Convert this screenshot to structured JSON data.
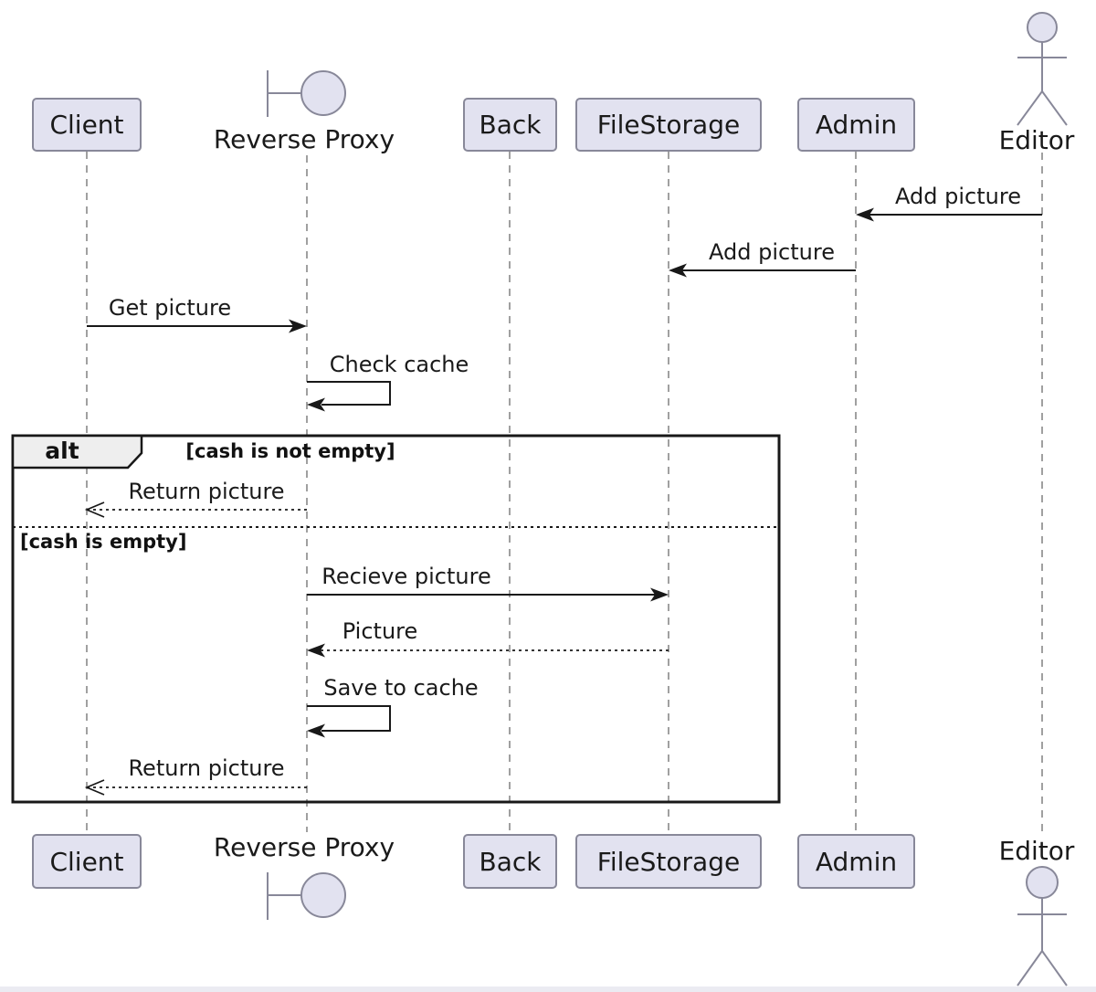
{
  "diagram_type": "uml-sequence",
  "participants": [
    {
      "name": "Client",
      "type": "box"
    },
    {
      "name": "Reverse Proxy",
      "type": "boundary"
    },
    {
      "name": "Back",
      "type": "box"
    },
    {
      "name": "FileStorage",
      "type": "box"
    },
    {
      "name": "Admin",
      "type": "box"
    },
    {
      "name": "Editor",
      "type": "actor"
    }
  ],
  "messages": [
    {
      "label": "Add picture",
      "from": "Editor",
      "to": "Admin",
      "line": "solid",
      "arrowhead": "filled"
    },
    {
      "label": "Add picture",
      "from": "Admin",
      "to": "FileStorage",
      "line": "solid",
      "arrowhead": "filled"
    },
    {
      "label": "Get picture",
      "from": "Client",
      "to": "Reverse Proxy",
      "line": "solid",
      "arrowhead": "filled"
    },
    {
      "label": "Check cache",
      "from": "Reverse Proxy",
      "to": "Reverse Proxy",
      "line": "solid",
      "arrowhead": "filled"
    },
    {
      "label": "Return picture",
      "from": "Reverse Proxy",
      "to": "Client",
      "line": "dashed",
      "arrowhead": "open"
    },
    {
      "label": "Recieve picture",
      "from": "Reverse Proxy",
      "to": "FileStorage",
      "line": "solid",
      "arrowhead": "filled"
    },
    {
      "label": "Picture",
      "from": "FileStorage",
      "to": "Reverse Proxy",
      "line": "dashed",
      "arrowhead": "filled"
    },
    {
      "label": "Save to cache",
      "from": "Reverse Proxy",
      "to": "Reverse Proxy",
      "line": "solid",
      "arrowhead": "filled"
    },
    {
      "label": "Return picture",
      "from": "Reverse Proxy",
      "to": "Client",
      "line": "dashed",
      "arrowhead": "open"
    }
  ],
  "alt_fragment": {
    "operator": "alt",
    "guards": [
      "[cash is not empty]",
      "[cash is empty]"
    ]
  },
  "colors": {
    "background": "#FFFFFF",
    "participant_fill": "#E2E2F0",
    "participant_border": "#888899",
    "lifeline": "#888888",
    "arrow": "#181818",
    "frame_border": "#181818",
    "operator_fill": "#EEEEEE"
  }
}
